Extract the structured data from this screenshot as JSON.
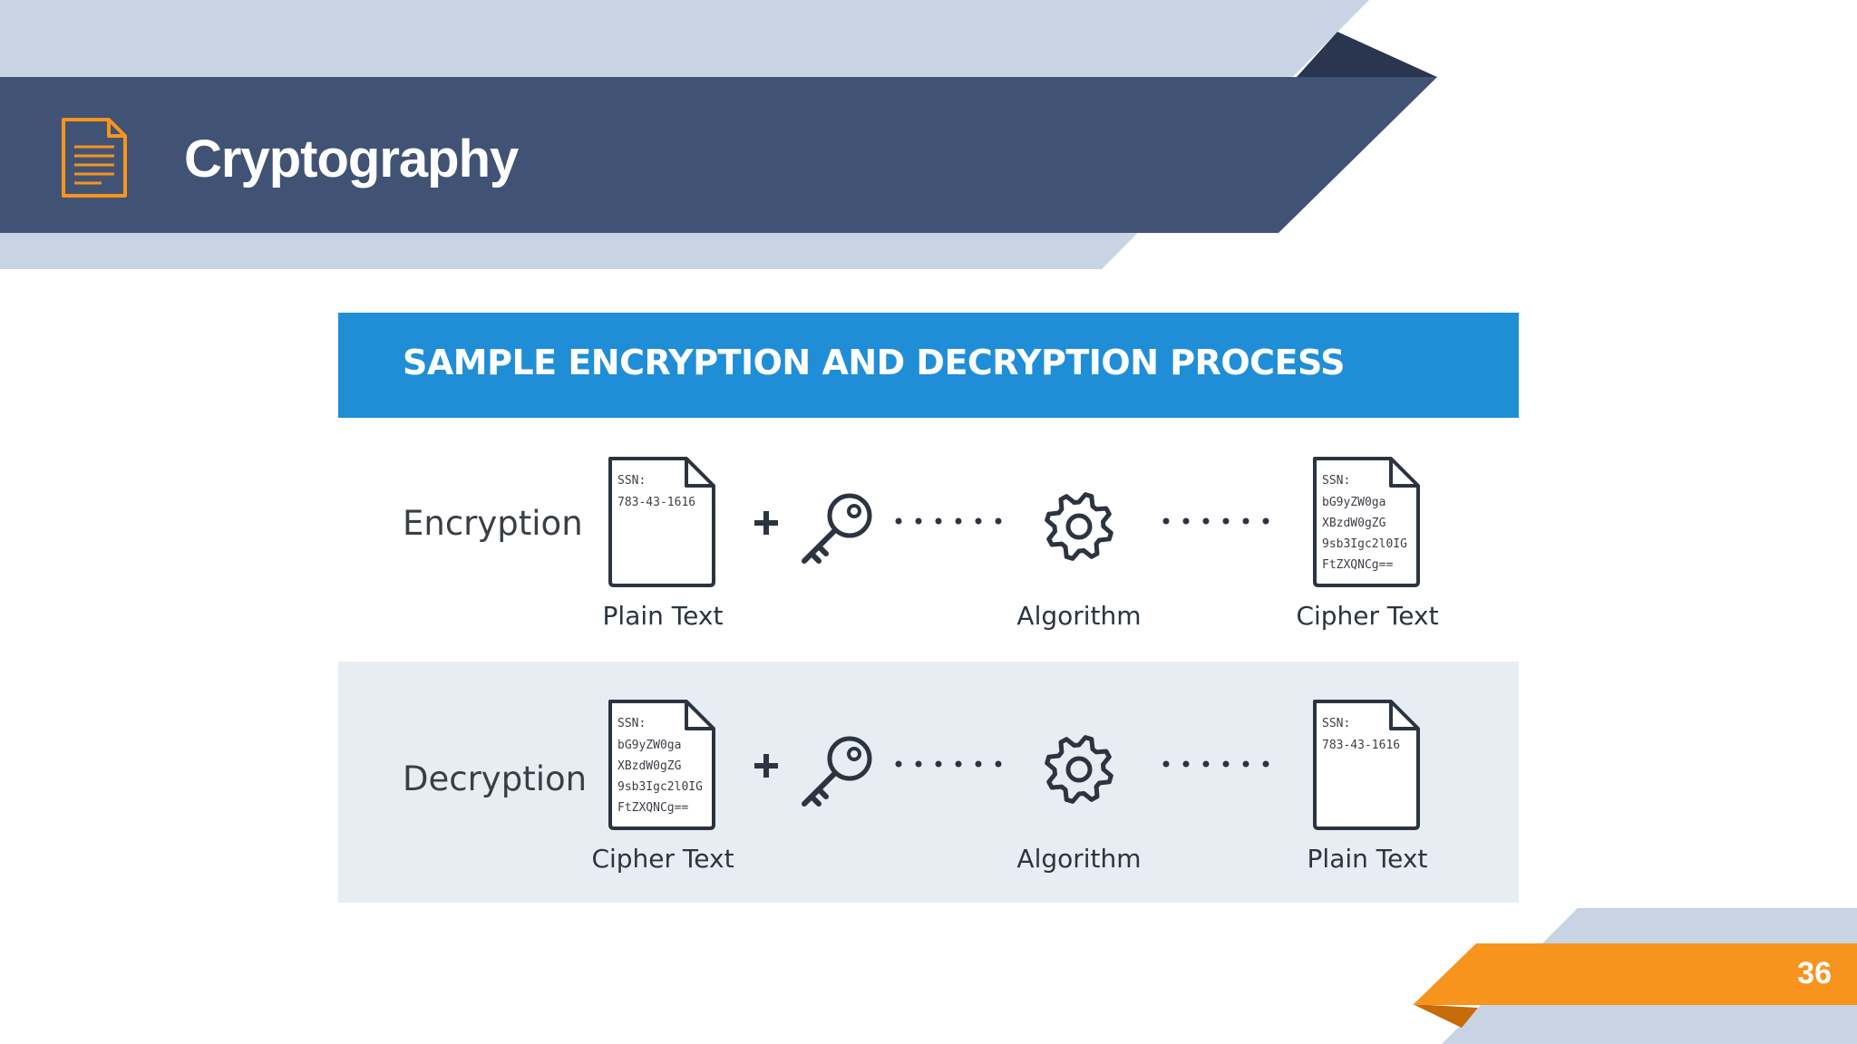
{
  "slide": {
    "title": "Cryptography",
    "page_number": "36",
    "colors": {
      "banner": "#415374",
      "banner_shadow": "#2a3550",
      "light_band": "#c8d4e4",
      "accent": "#f7941d",
      "diagram_header": "#1f8ed6"
    },
    "title_icon": "document-icon"
  },
  "diagram": {
    "title": "SAMPLE ENCRYPTION AND DECRYPTION PROCESS",
    "encryption": {
      "label": "Encryption",
      "input_doc": {
        "lines": [
          "SSN:",
          "783-43-1616"
        ]
      },
      "input_caption": "Plain Text",
      "operator": "+",
      "key_icon": "key-icon",
      "algorithm_caption": "Algorithm",
      "output_doc": {
        "lines": [
          "SSN:",
          "bG9yZW0ga",
          "XBzdW0gZG",
          "9sb3Igc2l0IG",
          "FtZXQNCg=="
        ]
      },
      "output_caption": "Cipher Text"
    },
    "decryption": {
      "label": "Decryption",
      "input_doc": {
        "lines": [
          "SSN:",
          "bG9yZW0ga",
          "XBzdW0gZG",
          "9sb3Igc2l0IG",
          "FtZXQNCg=="
        ]
      },
      "input_caption": "Cipher Text",
      "operator": "+",
      "key_icon": "key-icon",
      "algorithm_caption": "Algorithm",
      "output_doc": {
        "lines": [
          "SSN:",
          "783-43-1616"
        ]
      },
      "output_caption": "Plain Text"
    }
  }
}
